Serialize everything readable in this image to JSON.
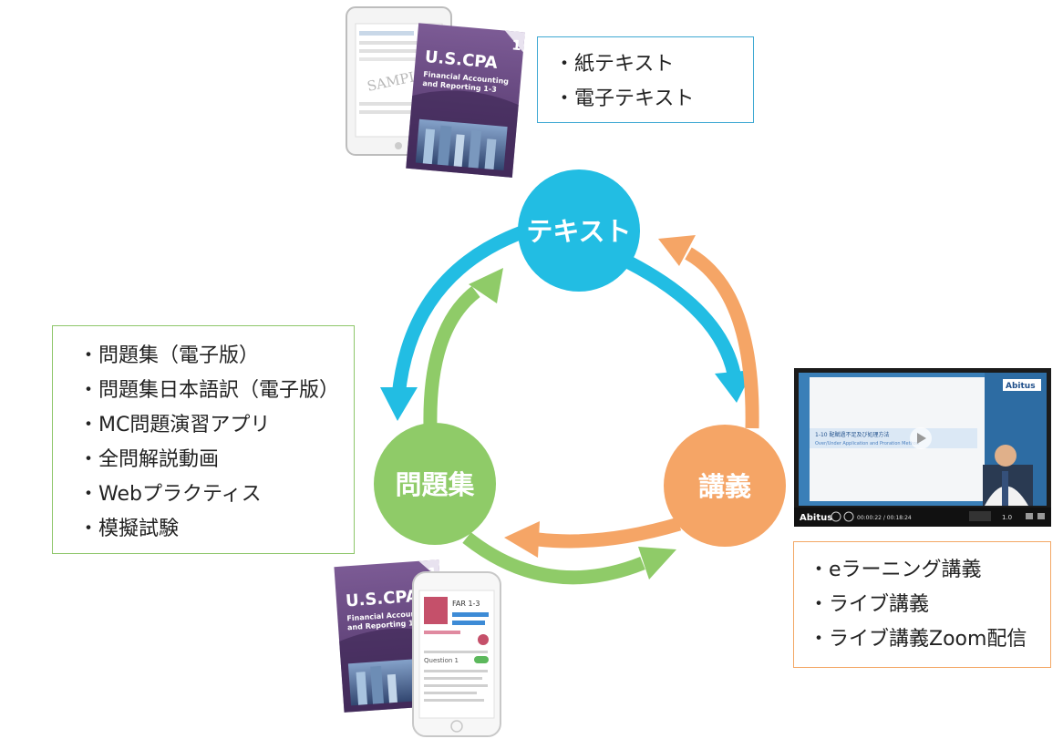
{
  "cycle": {
    "nodes": [
      {
        "key": "text",
        "label": "テキスト",
        "color": "#22bde3"
      },
      {
        "key": "lecture",
        "label": "講義",
        "color": "#f5a566"
      },
      {
        "key": "problems",
        "label": "問題集",
        "color": "#8fcb68"
      }
    ]
  },
  "text_box": {
    "items": [
      "・紙テキスト",
      "・電子テキスト"
    ],
    "border_color": "#3fa9d3"
  },
  "problem_box": {
    "items": [
      "・問題集（電子版）",
      "・問題集日本語訳（電子版）",
      "・MC問題演習アプリ",
      "・全問解説動画",
      "・Webプラクティス",
      "・模擬試験"
    ],
    "border_color": "#8ec66a"
  },
  "lecture_box": {
    "items": [
      "・eラーニング講義",
      "・ライブ講義",
      "・ライブ講義Zoom配信"
    ],
    "border_color": "#f3a765"
  },
  "textbook": {
    "title": "U.S.CPA",
    "subtitle_line1": "Financial Accounting",
    "subtitle_line2": "and Reporting 1-3",
    "volume": "1",
    "tablet_watermark": "SAMPLE"
  },
  "video_player": {
    "brand": "Abitus",
    "slide_title": "1-10 配賦過不足及び処理方法",
    "slide_subtitle": "Over/Under Application and Proration Method",
    "time": "00:00:22 / 00:18:24",
    "speed": "1.0"
  },
  "phone_app": {
    "header": "FAR 1-3",
    "section": "Question 1"
  }
}
